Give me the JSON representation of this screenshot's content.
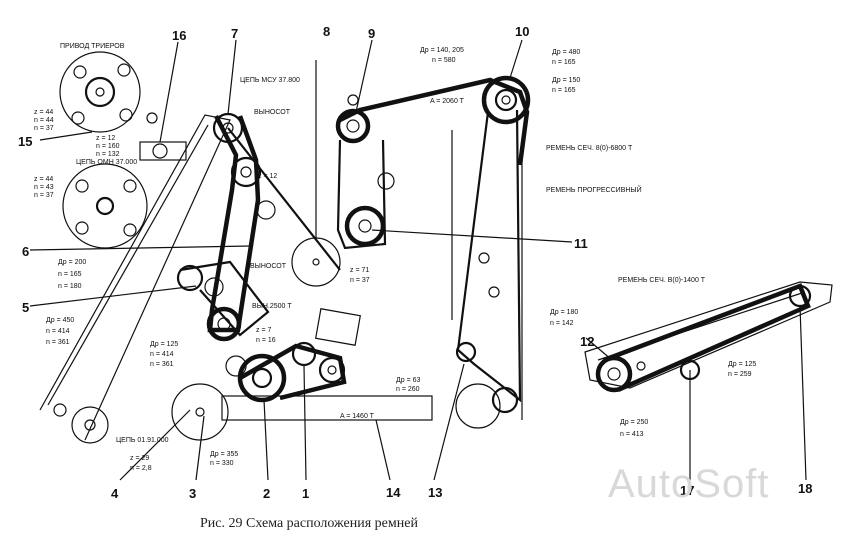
{
  "caption": "Рис. 29   Схема расположения ремней",
  "watermark": "AutoSoft",
  "callouts": [
    "1",
    "2",
    "3",
    "4",
    "5",
    "6",
    "7",
    "8",
    "9",
    "10",
    "11",
    "12",
    "13",
    "14",
    "15",
    "16",
    "17",
    "18"
  ],
  "labels": [
    "ПРИВОД ТРИЕРОВ",
    "ЦЕПЬ МСУ 37.800",
    "ЦЕПЬ ОМН 37.000",
    "ЦЕПЬ 01.91.000",
    "РЕМЕНЬ СЕЧ. 8(0)-6800 Т",
    "РЕМЕНЬ ПРОГРЕССИВНЫЙ",
    "РЕМЕНЬ СЕЧ. В(0)-1400 Т",
    "z = 44",
    "n = 44",
    "n = 37",
    "z = 44",
    "n = 43",
    "n = 37",
    "z = 12",
    "n = 160",
    "n = 132",
    "Др = 200",
    "n = 165",
    "n = 180",
    "Др = 450",
    "n = 414",
    "n = 361",
    "Др = 125",
    "n = 414",
    "n = 361",
    "Др = 355",
    "n = 330",
    "Др = 63",
    "n = 260",
    "Др = 140, 205",
    "n = 580",
    "Др = 480",
    "n = 165",
    "Др = 150",
    "n = 165",
    "Др = 250",
    "n = 413",
    "Др = 125",
    "n = 259",
    "Др = 180",
    "n = 142",
    "z = 29",
    "n = 2,8",
    "z = 71",
    "n = 37",
    "z = 12",
    "z = 7",
    "n = 16",
    "A = 2060 T",
    "A = 1460 T",
    "ВЫНОСОТ",
    "ВЫНОСОТ",
    "ВЫН.2500 T"
  ]
}
